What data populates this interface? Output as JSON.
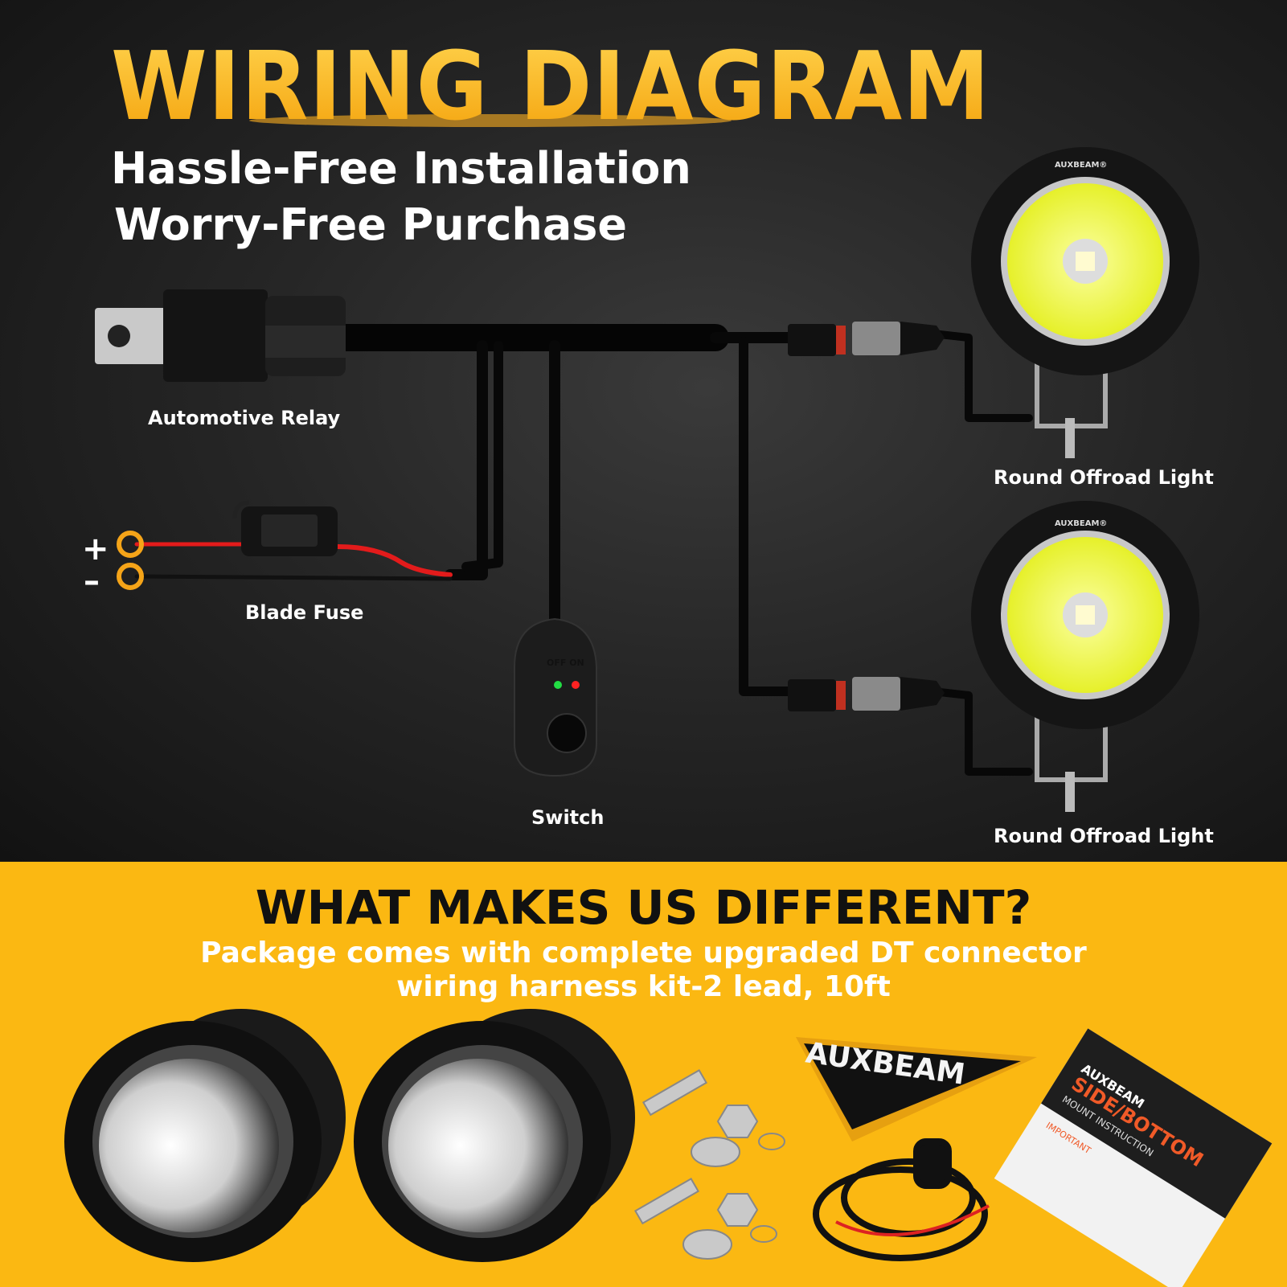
{
  "header": {
    "title": "WIRING DIAGRAM",
    "subtitle_1": "Hassle-Free Installation",
    "subtitle_2": "Worry-Free Purchase"
  },
  "diagram": {
    "labels": {
      "relay": "Automotive Relay",
      "fuse": "Blade Fuse",
      "switch": "Switch",
      "light_1": "Round Offroad Light",
      "light_2": "Round Offroad Light"
    },
    "terminals": {
      "positive": "+",
      "negative": "–"
    },
    "switch_text": "OFF ON",
    "light_brand": "AUXBEAM®",
    "colors": {
      "accent": "#f5b21a",
      "positive_wire": "#e31b1b",
      "light_lens": "#eef53a",
      "panel": "#fbb812"
    }
  },
  "package": {
    "heading": "WHAT MAKES US DIFFERENT?",
    "line_1": "Package comes with complete upgraded DT connector",
    "line_2": "wiring harness kit-2 lead, 10ft",
    "badge": "AUXBEAM",
    "manual": {
      "brand": "AUXBEAM",
      "title": "SIDE/BOTTOM",
      "subtitle": "MOUNT INSTRUCTION",
      "section": "IMPORTANT"
    }
  }
}
